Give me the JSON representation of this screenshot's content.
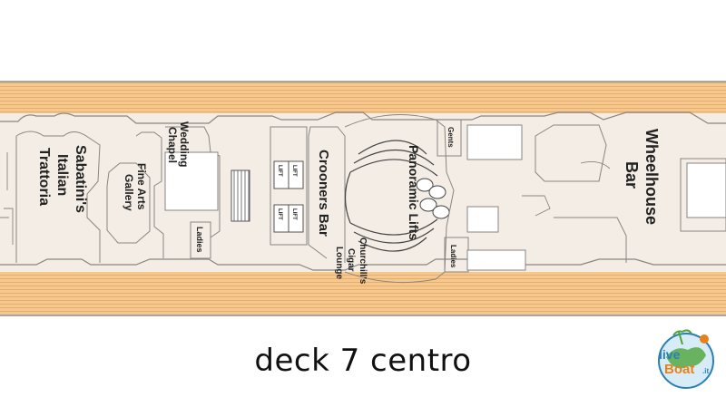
{
  "title": "deck 7 centro",
  "rooms": {
    "sabatinis": [
      "Sabatini's",
      "Italian",
      "Trattoria"
    ],
    "wedding_chapel": [
      "Wedding",
      "Chapel"
    ],
    "fine_arts": [
      "Fine Arts",
      "Gallery"
    ],
    "ladies_left": "Ladies",
    "lifts": [
      "LIFT",
      "LIFT",
      "LIFT",
      "LIFT"
    ],
    "crooners": "Crooners Bar",
    "panoramic_lifts": "Panoramic Lifts",
    "churchills": [
      "Churchill's",
      "Cigar",
      "Lounge"
    ],
    "gents": "Gents",
    "ladies_right": "Ladies",
    "wheelhouse": [
      "Wheelhouse",
      "Bar"
    ]
  },
  "logo": {
    "line1": "live",
    "line2": "Boat",
    "suffix": ".it"
  },
  "colors": {
    "deck_wood": "#f6c88e",
    "deck_stripe": "#e9b277",
    "floor": "#f3ede5",
    "line": "#8a8582",
    "logo_blue": "#2a7fb5",
    "logo_green": "#4ea43a",
    "logo_orange": "#e7821a"
  }
}
